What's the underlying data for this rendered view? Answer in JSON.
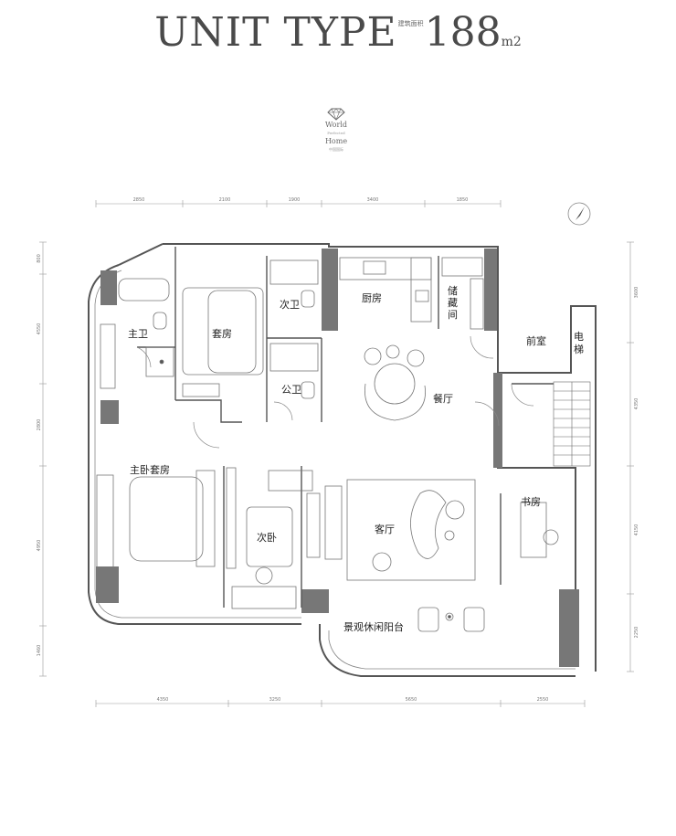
{
  "title": {
    "main": "UNIT TYPE",
    "small": "建筑面积",
    "number": "188",
    "unit": "m2"
  },
  "logo": {
    "line1": "World",
    "line2": "Perfected",
    "line3": "Home",
    "line4": "中国国际"
  },
  "dimensions": {
    "top": [
      "2850",
      "2100",
      "1900",
      "3400",
      "1850"
    ],
    "bottom": [
      "4350",
      "3250",
      "5650",
      "2550"
    ],
    "left": [
      "800",
      "4550",
      "2800",
      "4950",
      "1460"
    ],
    "right": [
      "3600",
      "4350",
      "4150",
      "2250"
    ]
  },
  "rooms": {
    "master_bath": "主卫",
    "suite": "套房",
    "second_bath": "次卫",
    "kitchen": "厨房",
    "storage": "储藏间",
    "foyer": "前室",
    "elevator": "电梯",
    "public_bath": "公卫",
    "dining": "餐厅",
    "master_suite": "主卧套房",
    "second_bedroom": "次卧",
    "living": "客厅",
    "study": "书房",
    "balcony": "景观休闲阳台"
  }
}
